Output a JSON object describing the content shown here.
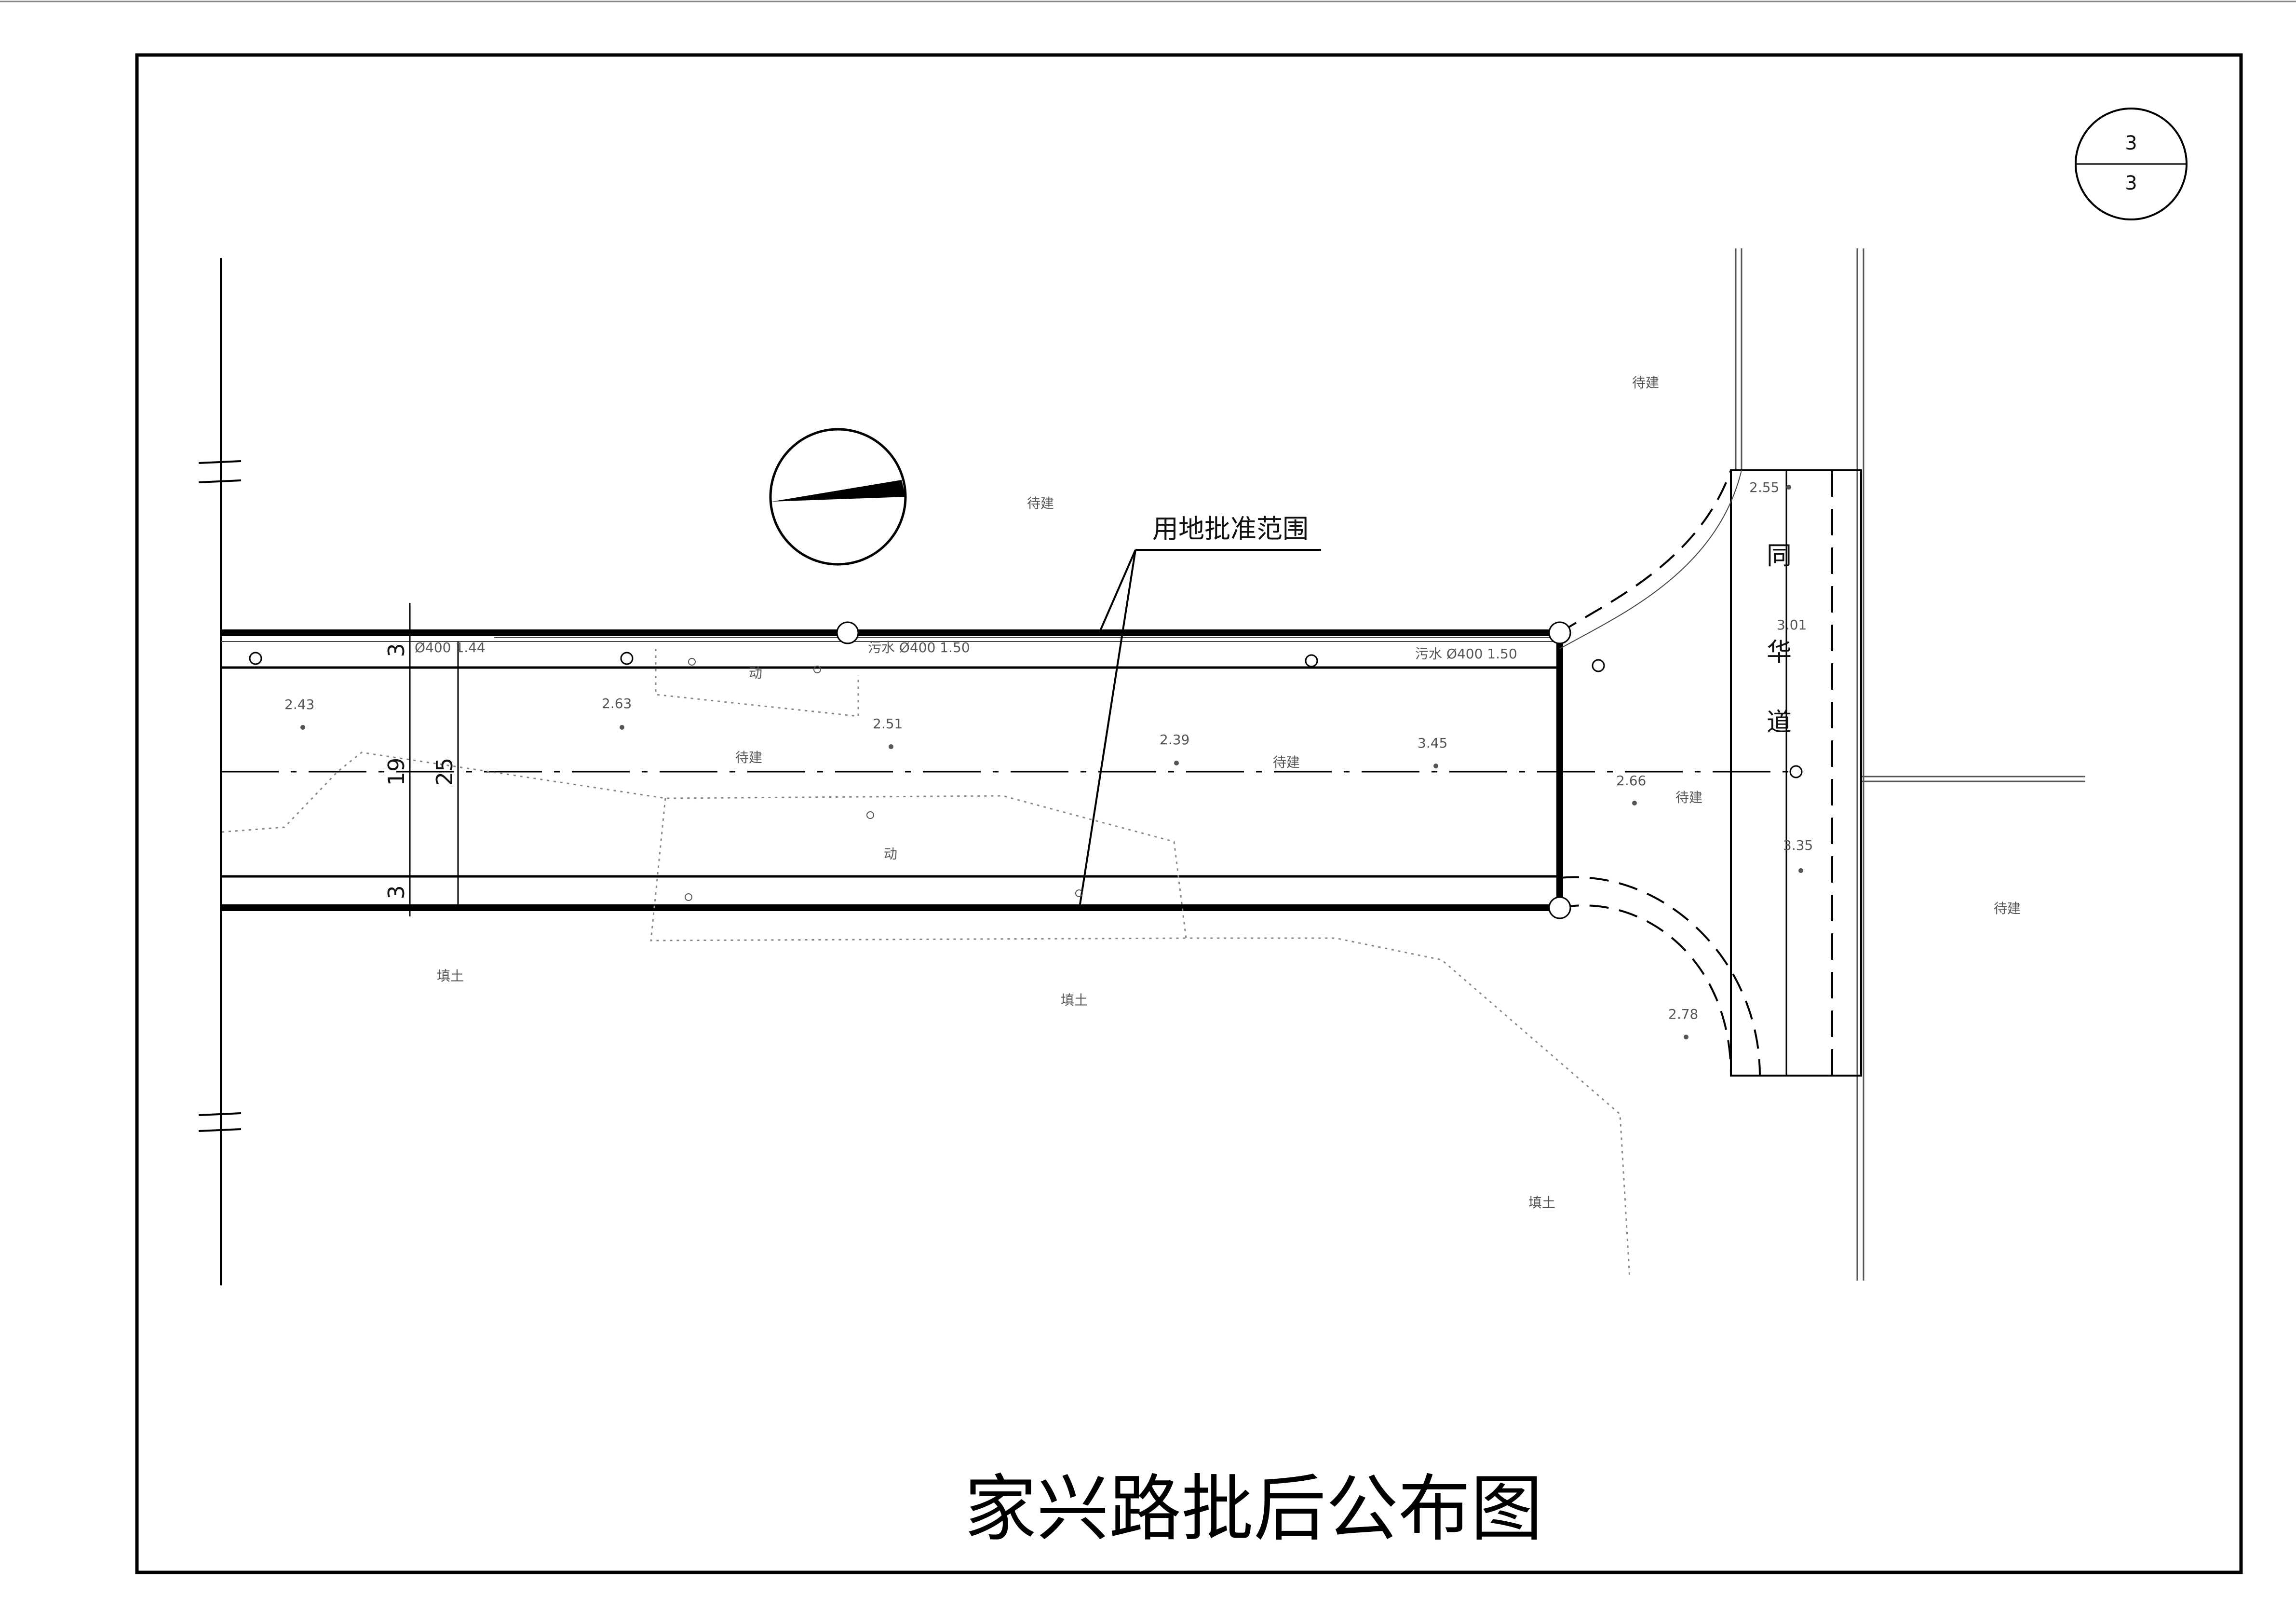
{
  "drawing": {
    "title": "家兴路批后公布图",
    "sheet": {
      "number": "3",
      "total": "3"
    },
    "approval_callout": "用地批准范围",
    "cross_street": [
      "同",
      "华",
      "道"
    ],
    "pipes": {
      "west": "Ø400 1.44",
      "middle": "污水 Ø400 1.50",
      "east": "污水 Ø400 1.50"
    },
    "dimensions": {
      "sidewalk_north": "3",
      "carriageway": "19",
      "total_width": "25",
      "sidewalk_south": "3"
    },
    "elevations": {
      "e1": "2.43",
      "e2": "2.63",
      "e3": "2.51",
      "e4": "2.39",
      "e5": "3.45",
      "e6": "2.66",
      "e7": "2.55",
      "e8": "3.01",
      "e9": "3.35",
      "e10": "2.78"
    },
    "land_use": {
      "tbd_label": "待建",
      "fill_label": "填土",
      "small_label": "动"
    }
  }
}
